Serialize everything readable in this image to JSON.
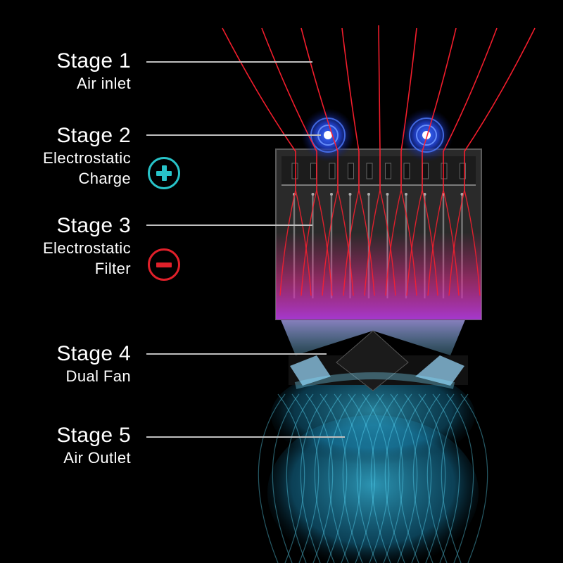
{
  "stages": [
    {
      "title": "Stage 1",
      "lines": [
        "Air inlet"
      ]
    },
    {
      "title": "Stage 2",
      "lines": [
        "Electrostatic",
        "Charge"
      ]
    },
    {
      "title": "Stage 3",
      "lines": [
        "Electrostatic",
        "Filter"
      ]
    },
    {
      "title": "Stage 4",
      "lines": [
        "Dual Fan"
      ]
    },
    {
      "title": "Stage 5",
      "lines": [
        "Air Outlet"
      ]
    }
  ],
  "icons": {
    "charge": "plus-icon",
    "filter": "minus-icon"
  },
  "colors": {
    "background": "#000000",
    "airflow": "#ff1f2e",
    "charge": "#28c3c8",
    "filter": "#e0202a",
    "ionizer": "#2f5bff",
    "filter_glow": "#d22fd0",
    "outlet": "#2bbde6"
  }
}
